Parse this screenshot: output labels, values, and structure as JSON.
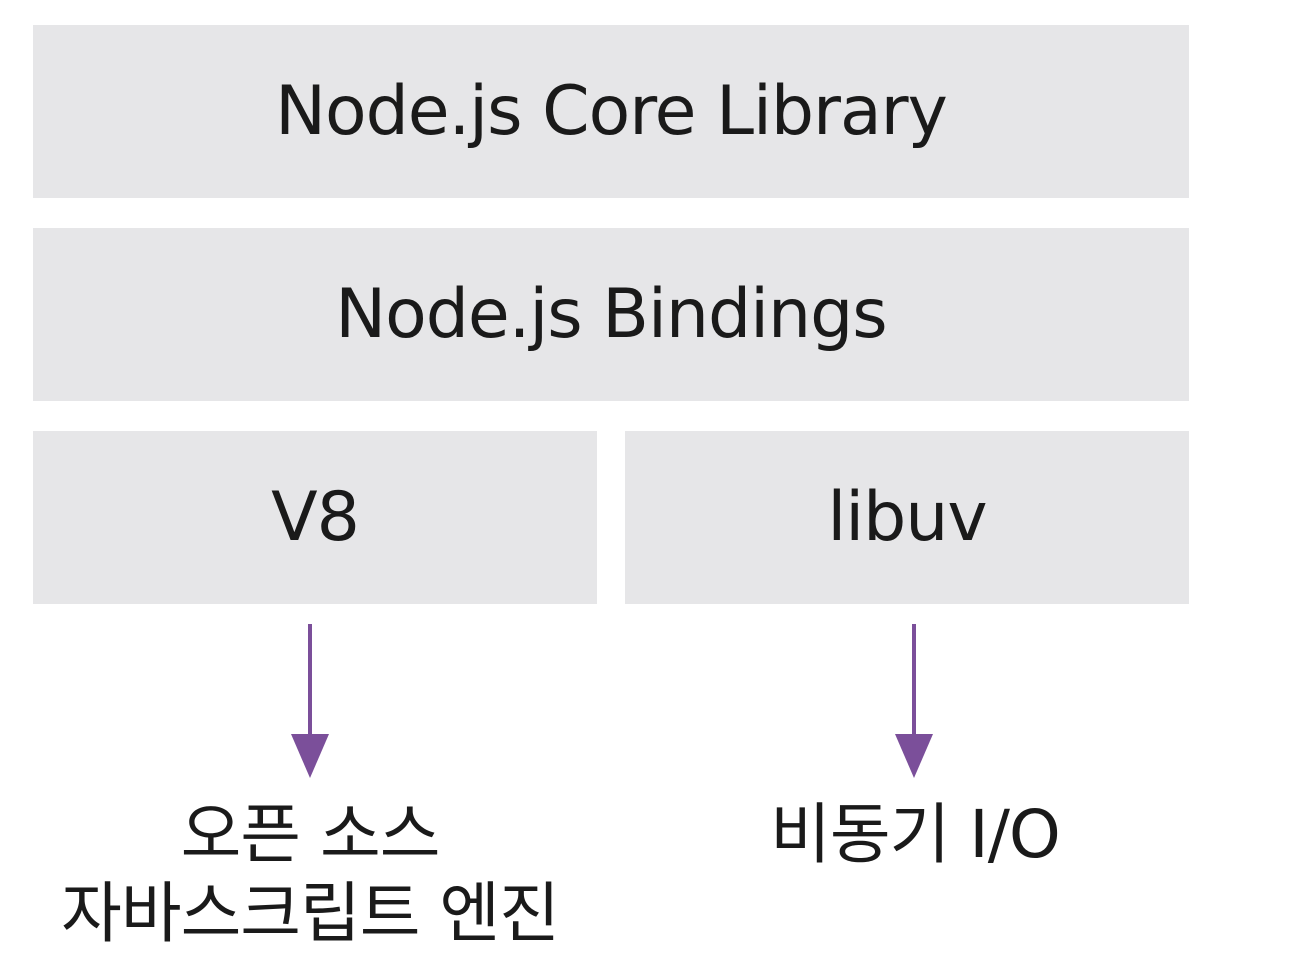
{
  "layers": {
    "core_library": "Node.js Core Library",
    "bindings": "Node.js Bindings",
    "v8": "V8",
    "libuv": "libuv"
  },
  "captions": {
    "v8_line1": "오픈 소스",
    "v8_line2": "자바스크립트 엔진",
    "libuv": "비동기 I/O"
  },
  "colors": {
    "box_fill": "#e6e6e8",
    "arrow": "#7b4f9a",
    "text": "#1a1a1a"
  }
}
